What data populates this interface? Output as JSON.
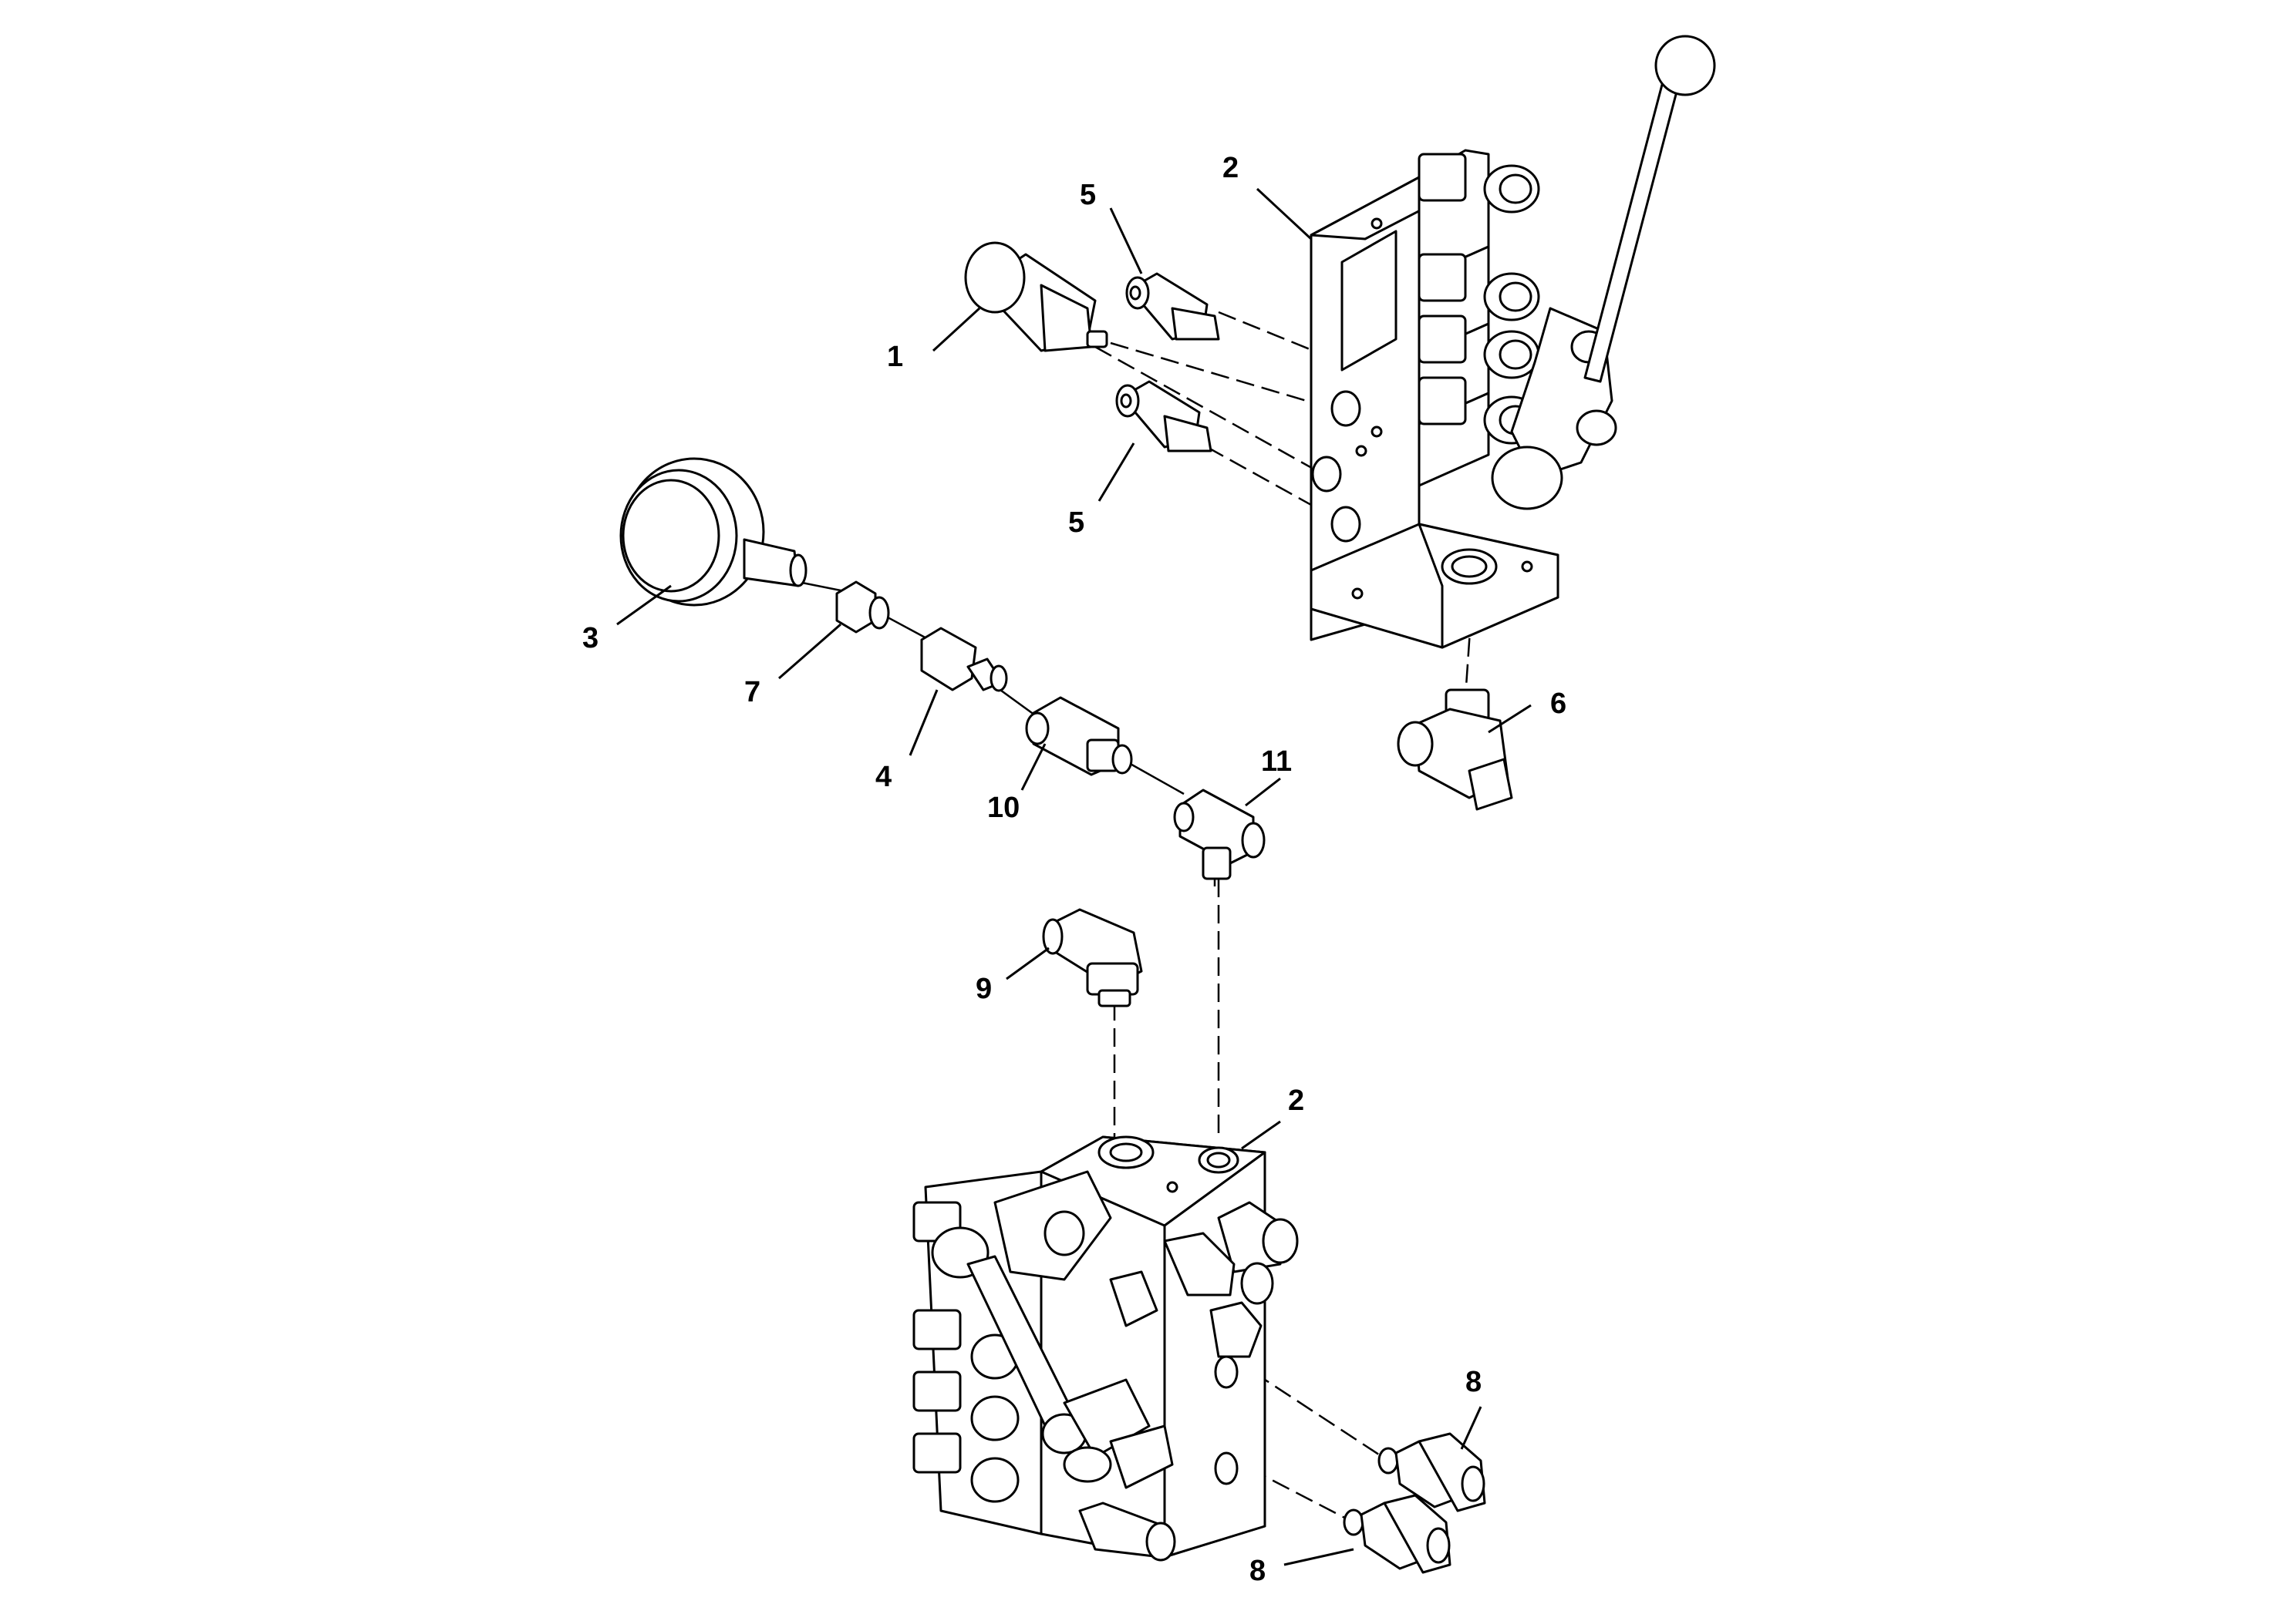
{
  "callouts": [
    {
      "id": "c1",
      "text": "1"
    },
    {
      "id": "c2_top",
      "text": "2"
    },
    {
      "id": "c2_bottom",
      "text": "2"
    },
    {
      "id": "c3",
      "text": "3"
    },
    {
      "id": "c4",
      "text": "4"
    },
    {
      "id": "c5_top",
      "text": "5"
    },
    {
      "id": "c5_bottom",
      "text": "5"
    },
    {
      "id": "c6",
      "text": "6"
    },
    {
      "id": "c7",
      "text": "7"
    },
    {
      "id": "c8_top",
      "text": "8"
    },
    {
      "id": "c8_bottom",
      "text": "8"
    },
    {
      "id": "c9",
      "text": "9"
    },
    {
      "id": "c10",
      "text": "10"
    },
    {
      "id": "c11",
      "text": "11"
    }
  ],
  "colors": {
    "line": "#000000",
    "background": "#ffffff"
  }
}
